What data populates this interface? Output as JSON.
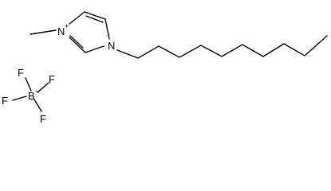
{
  "molecule": {
    "cation": {
      "ring_nitrogen_charged": "N",
      "ring_nitrogen_charge": "+",
      "ring_nitrogen_alkyl": "N"
    },
    "anion": {
      "boron": "B",
      "boron_charge": "−",
      "fluorine_top": "F",
      "fluorine_right": "F",
      "fluorine_left": "F",
      "fluorine_bottom": "F"
    }
  }
}
